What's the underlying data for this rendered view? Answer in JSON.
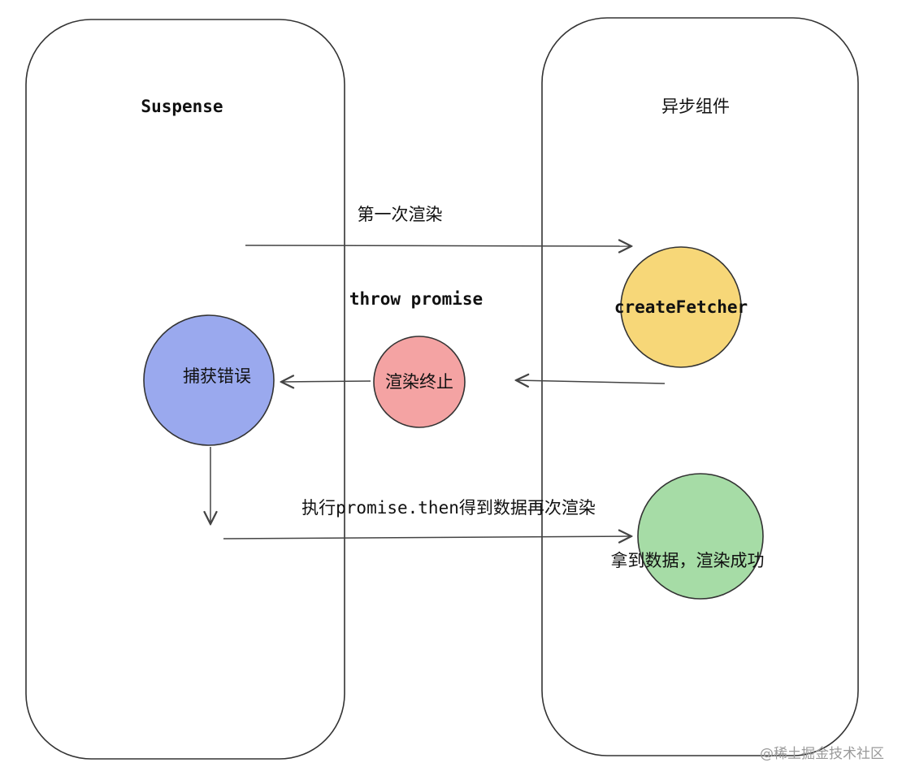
{
  "diagram": {
    "lanes": [
      {
        "id": "suspense",
        "label": "Suspense"
      },
      {
        "id": "async",
        "label": "异步组件"
      }
    ],
    "nodes": [
      {
        "id": "create-fetcher",
        "label": "createFetcher",
        "color": "#f7d778"
      },
      {
        "id": "render-abort",
        "label": "渲染终止",
        "color": "#f4a3a3"
      },
      {
        "id": "catch-error",
        "label": "捕获错误",
        "color": "#9aa9ee"
      },
      {
        "id": "render-success",
        "label": "拿到数据，渲染成功",
        "color": "#a6dca6"
      }
    ],
    "edges": [
      {
        "id": "first-render",
        "label": "第一次渲染"
      },
      {
        "id": "throw-promise",
        "label": "throw promise"
      },
      {
        "id": "rerender",
        "label": "执行promise.then得到数据再次渲染"
      }
    ],
    "colors": {
      "line": "#444444",
      "text": "#111111"
    }
  },
  "watermark": "@稀土掘金技术社区"
}
